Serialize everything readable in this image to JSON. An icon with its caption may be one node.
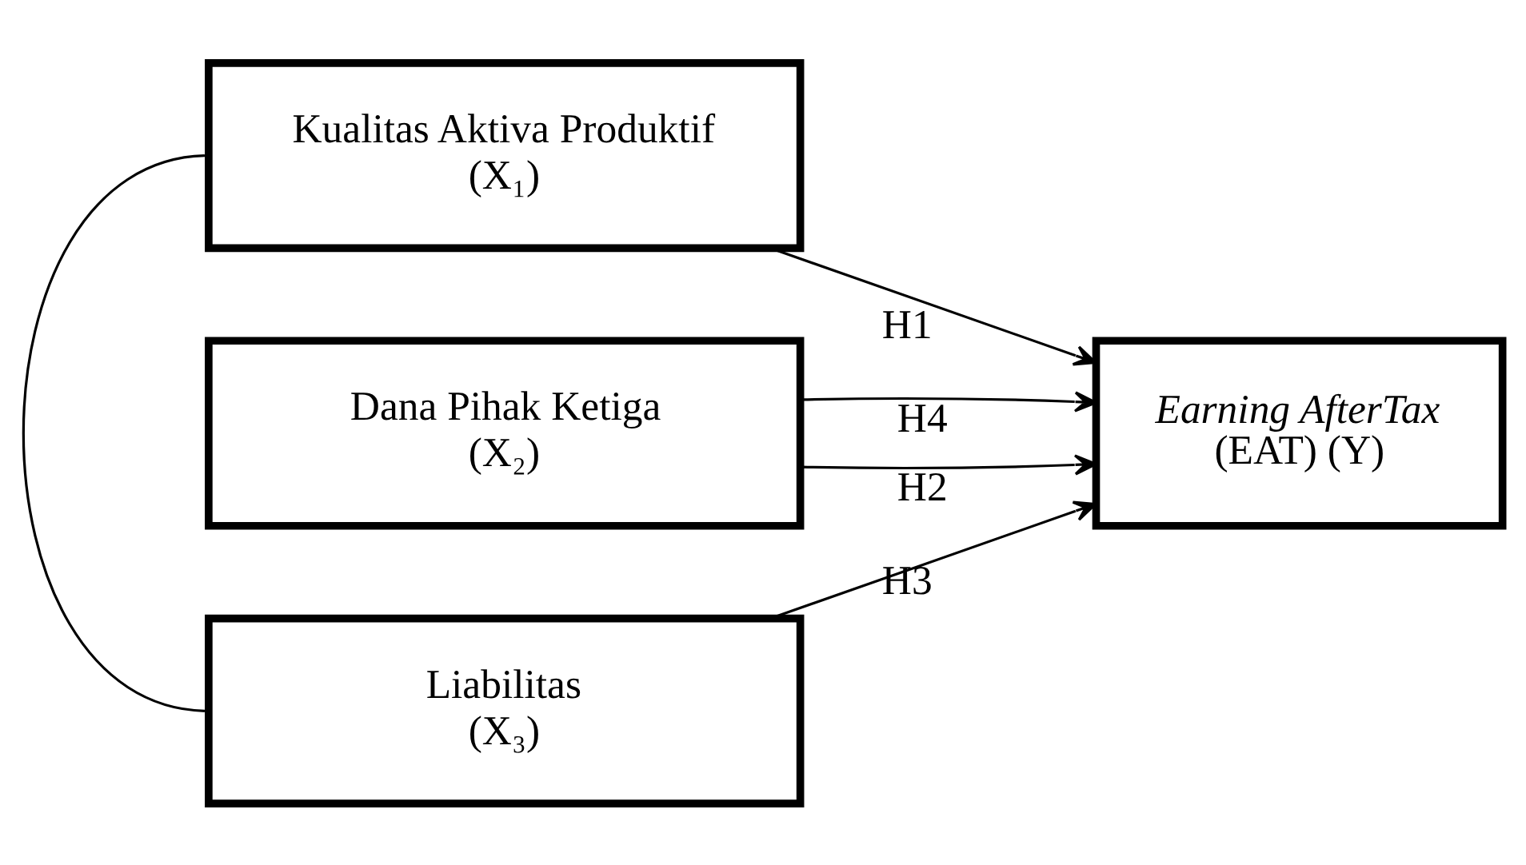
{
  "diagram": {
    "nodes": [
      {
        "text": [
          "Kualitas Aktiva Produktif",
          "(X₁)"
        ]
      },
      {
        "text": [
          "Dana Pihak Ketiga",
          "(X₂)"
        ]
      },
      {
        "text": [
          "Liabilitas",
          "(X₃)"
        ]
      },
      {
        "text": [
          "Earning AfterTax",
          "(EAT) (Y)"
        ]
      }
    ],
    "edges": [
      {
        "from": 0,
        "to": 3,
        "arrow": "to",
        "label": "H1"
      },
      {
        "from": 1,
        "to": 3,
        "arrow": "to",
        "label": "H2"
      },
      {
        "from": 2,
        "to": 3,
        "arrow": "to",
        "label": "H3"
      },
      {
        "from": 0,
        "to": 2,
        "arrow": "none"
      },
      {
        "from": 1,
        "to": 3,
        "arrow": "to",
        "label": "H4"
      }
    ]
  }
}
